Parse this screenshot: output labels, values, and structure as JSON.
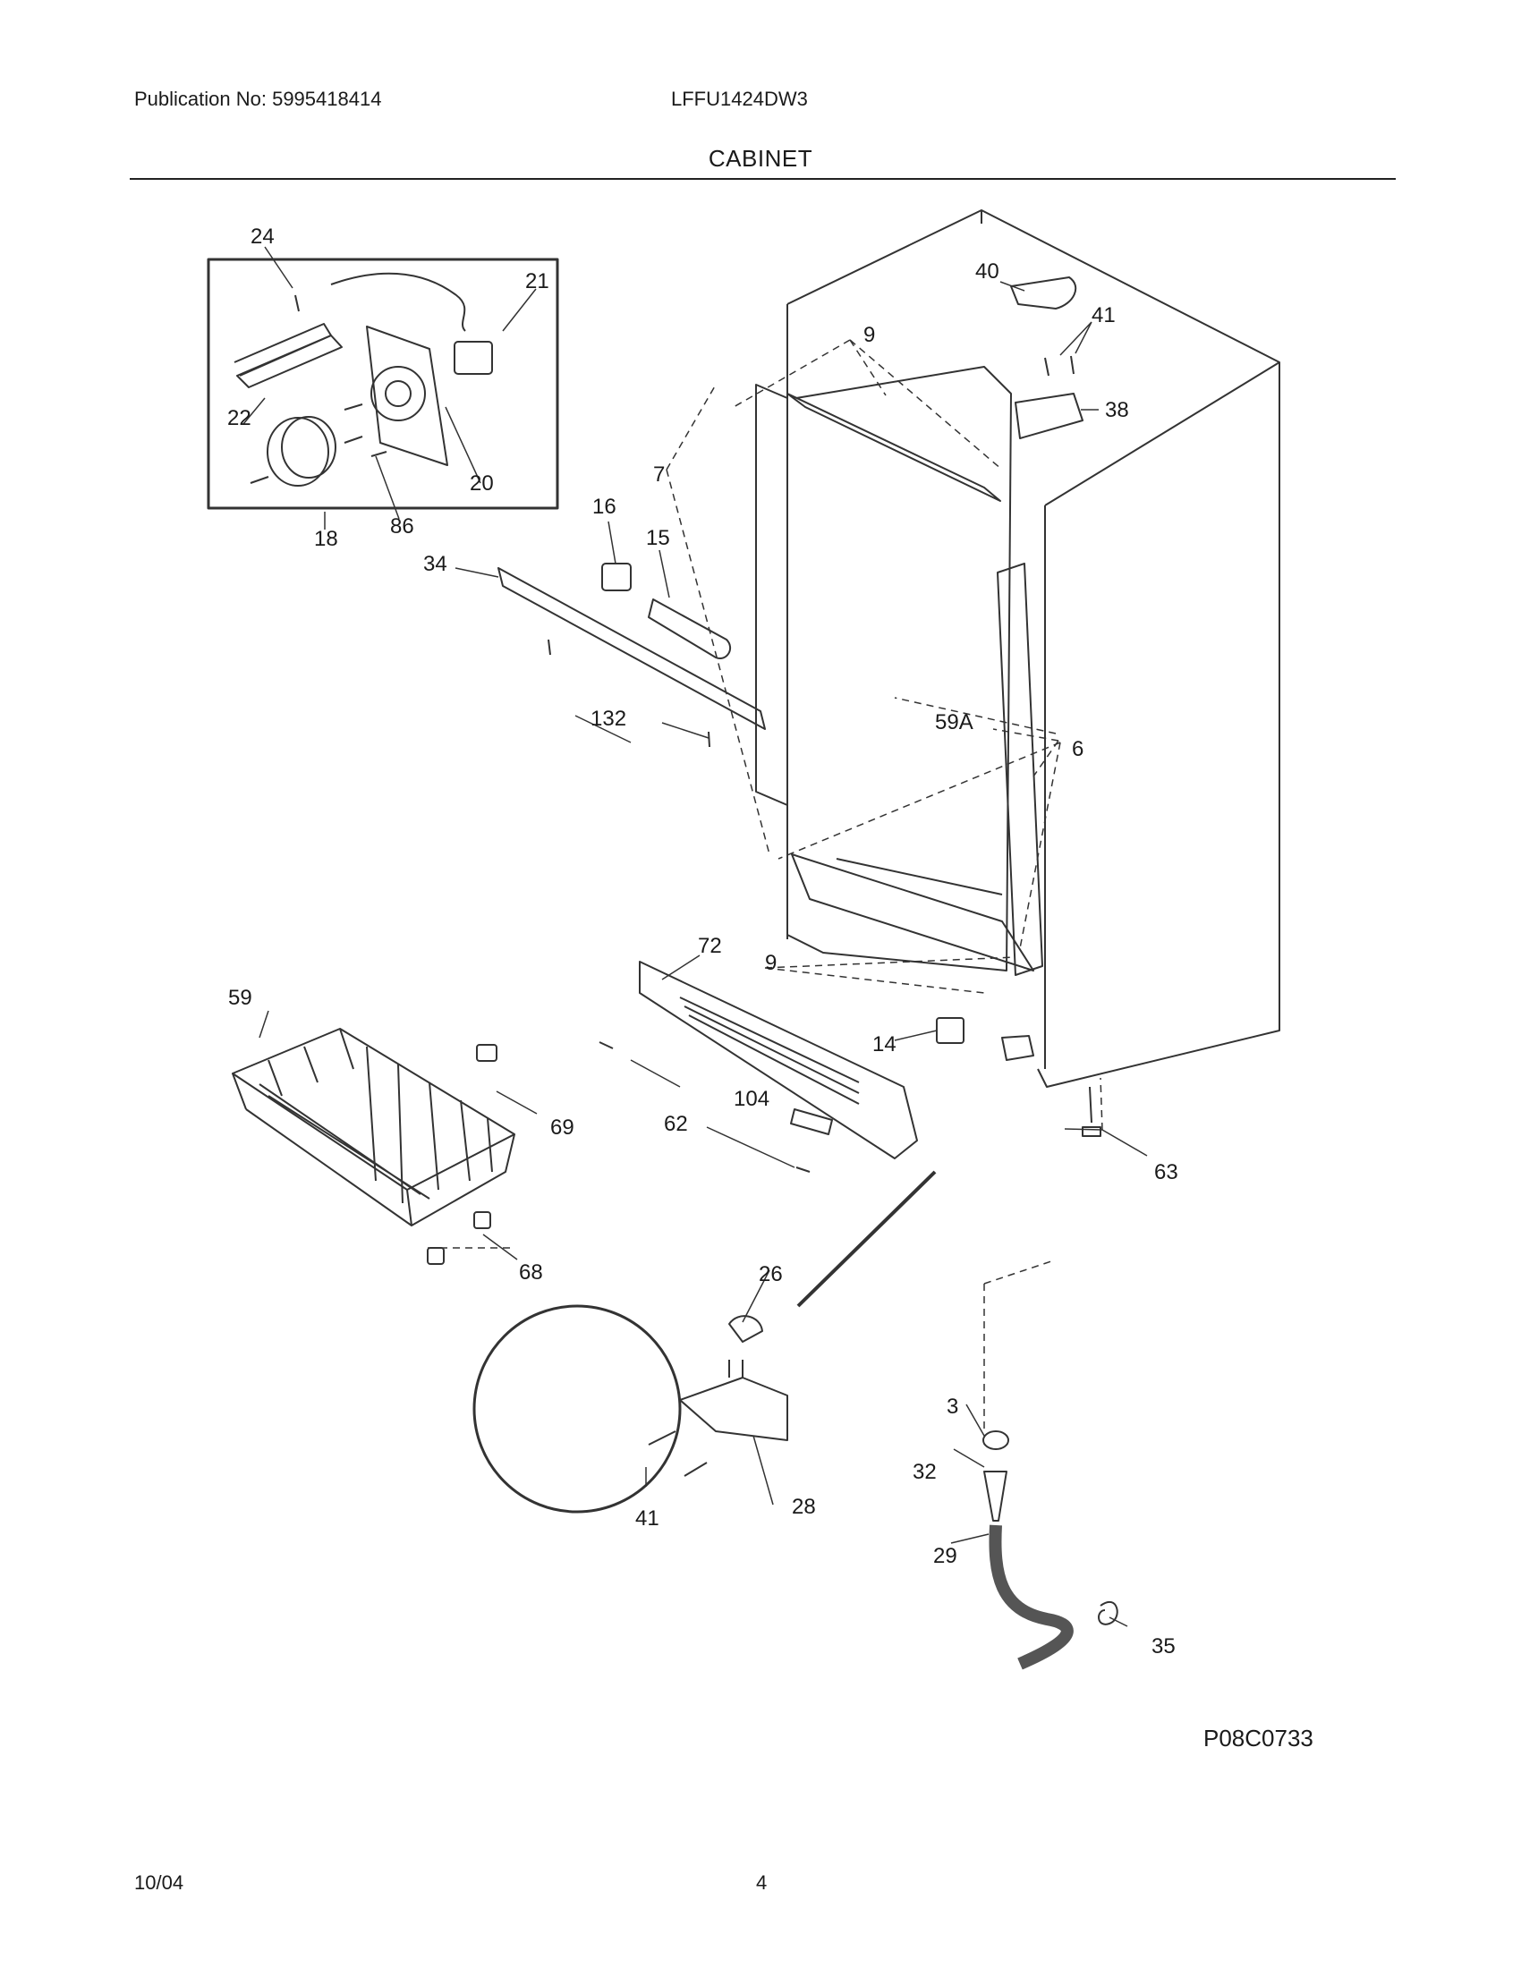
{
  "header": {
    "publication": "Publication No: 5995418414",
    "model": "LFFU1424DW3",
    "section": "CABINET"
  },
  "diagram": {
    "code": "P08C0733",
    "callouts": {
      "c24": "24",
      "c21": "21",
      "c22": "22",
      "c20": "20",
      "c18": "18",
      "c86": "86",
      "c34": "34",
      "c16": "16",
      "c15": "15",
      "c132": "132",
      "c7": "7",
      "c9_top": "9",
      "c40": "40",
      "c41_top": "41",
      "c38": "38",
      "c59A": "59A",
      "c6": "6",
      "c72": "72",
      "c9_bottom": "9",
      "c14": "14",
      "c59": "59",
      "c69": "69",
      "c104": "104",
      "c62": "62",
      "c63": "63",
      "c68": "68",
      "c26": "26",
      "c41_bottom": "41",
      "c28": "28",
      "c3": "3",
      "c32": "32",
      "c29": "29",
      "c35": "35"
    }
  },
  "footer": {
    "date": "10/04",
    "page": "4"
  }
}
